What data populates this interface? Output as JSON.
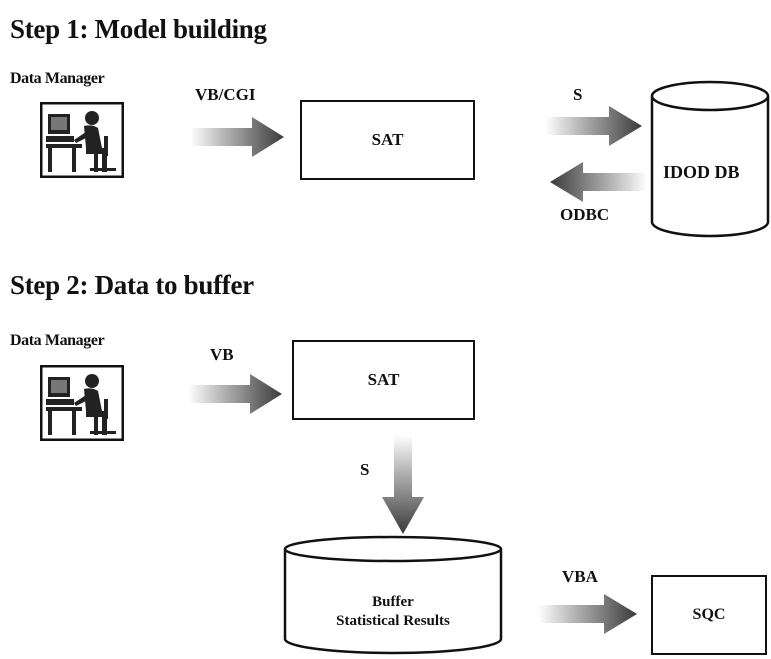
{
  "step1": {
    "title": "Step 1: Model building",
    "manager_label": "Data Manager",
    "arrow_in_label": "VB/CGI",
    "box_label": "SAT",
    "arrow_to_db_label": "S",
    "arrow_from_db_label": "ODBC",
    "db_label": "IDOD DB"
  },
  "step2": {
    "title": "Step 2: Data to buffer",
    "manager_label": "Data Manager",
    "arrow_in_label": "VB",
    "box_label": "SAT",
    "arrow_down_label": "S",
    "buffer_line1": "Buffer",
    "buffer_line2": "Statistical Results",
    "arrow_out_label": "VBA",
    "sqc_label": "SQC"
  },
  "icons": {
    "manager": "person-at-computer-icon",
    "arrow": "gradient-arrow-icon"
  }
}
